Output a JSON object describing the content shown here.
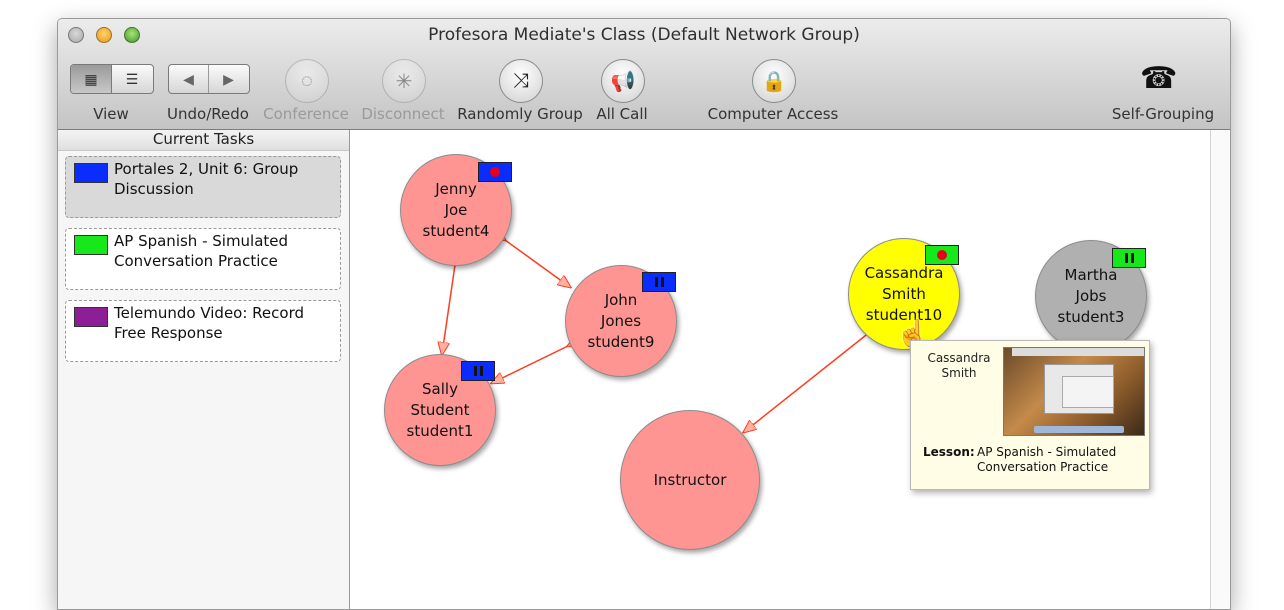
{
  "window": {
    "title": "Profesora Mediate's Class (Default Network Group)"
  },
  "toolbar": {
    "view_label": "View",
    "undo_redo_label": "Undo/Redo",
    "conference_label": "Conference",
    "disconnect_label": "Disconnect",
    "randomly_group_label": "Randomly Group",
    "all_call_label": "All Call",
    "computer_access_label": "Computer Access",
    "self_grouping_label": "Self-Grouping"
  },
  "sidebar": {
    "header": "Current Tasks",
    "tasks": [
      {
        "label": "Portales 2, Unit 6: Group Discussion",
        "color": "#0a2cff",
        "selected": true
      },
      {
        "label": "AP Spanish - Simulated Conversation Practice",
        "color": "#17e81a",
        "selected": false
      },
      {
        "label": "Telemundo Video: Record Free Response",
        "color": "#8c1f96",
        "selected": false
      }
    ]
  },
  "nodes": {
    "jenny": {
      "line1": "Jenny",
      "line2": "Joe",
      "line3": "student4",
      "color": "#ff9593",
      "badge_color": "#0a2cff",
      "status": "recording"
    },
    "john": {
      "line1": "John",
      "line2": "Jones",
      "line3": "student9",
      "color": "#ff9593",
      "badge_color": "#0a2cff",
      "status": "paused"
    },
    "sally": {
      "line1": "Sally",
      "line2": "Student",
      "line3": "student1",
      "color": "#ff9593",
      "badge_color": "#0a2cff",
      "status": "paused"
    },
    "instructor": {
      "label": "Instructor",
      "color": "#ff9593"
    },
    "cassandra": {
      "line1": "Cassandra",
      "line2": "Smith",
      "line3": "student10",
      "color": "#ffff00",
      "badge_color": "#17e81a",
      "status": "recording"
    },
    "martha": {
      "line1": "Martha",
      "line2": "Jobs",
      "line3": "student3",
      "color": "#b0b0b0",
      "badge_color": "#17e81a",
      "status": "paused"
    }
  },
  "popup": {
    "name": "Cassandra Smith",
    "lesson_key": "Lesson:",
    "lesson_value": "AP Spanish - Simulated Conversation Practice"
  },
  "colors": {
    "arrow": "#ff3b1f",
    "arrowhead_fill": "#ffb0a0"
  }
}
